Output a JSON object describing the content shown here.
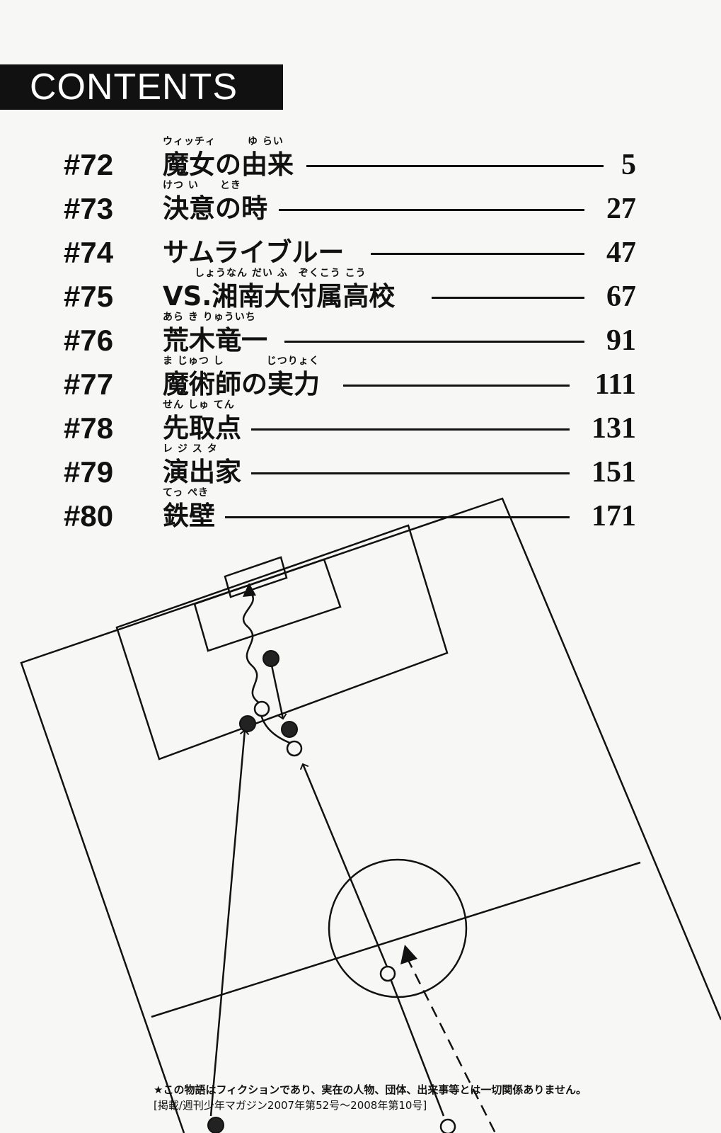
{
  "header": {
    "title": "CONTENTS"
  },
  "toc": [
    {
      "number": "#72",
      "ruby": "ウィッチィ　　　ゆ らい",
      "title": "魔女の由来",
      "page": "5"
    },
    {
      "number": "#73",
      "ruby": "けつ い　　とき",
      "title": "決意の時",
      "page": "27"
    },
    {
      "number": "#74",
      "ruby": "",
      "title": "サムライブルー",
      "page": "47"
    },
    {
      "number": "#75",
      "ruby": "　　　しょうなん だい ふ　ぞくこう こう",
      "title": "VS.湘南大付属高校",
      "page": "67"
    },
    {
      "number": "#76",
      "ruby": "あら き りゅういち",
      "title": "荒木竜一",
      "page": "91"
    },
    {
      "number": "#77",
      "ruby": "ま じゅつ し　　　　じつりょく",
      "title": "魔術師の実力",
      "page": "111"
    },
    {
      "number": "#78",
      "ruby": "せん しゅ てん",
      "title": "先取点",
      "page": "131"
    },
    {
      "number": "#79",
      "ruby": "レ ジ ス タ",
      "title": "演出家",
      "page": "151"
    },
    {
      "number": "#80",
      "ruby": "てっ ぺき",
      "title": "鉄壁",
      "page": "171"
    }
  ],
  "footer": {
    "disclaimer": "★この物語はフィクションであり、実在の人物、団体、出来事等とは一切関係ありません。",
    "publication": "[掲載/週刊少年マガジン2007年第52号～2008年第10号]"
  },
  "colors": {
    "ink": "#111111",
    "paper": "#f7f7f5"
  }
}
